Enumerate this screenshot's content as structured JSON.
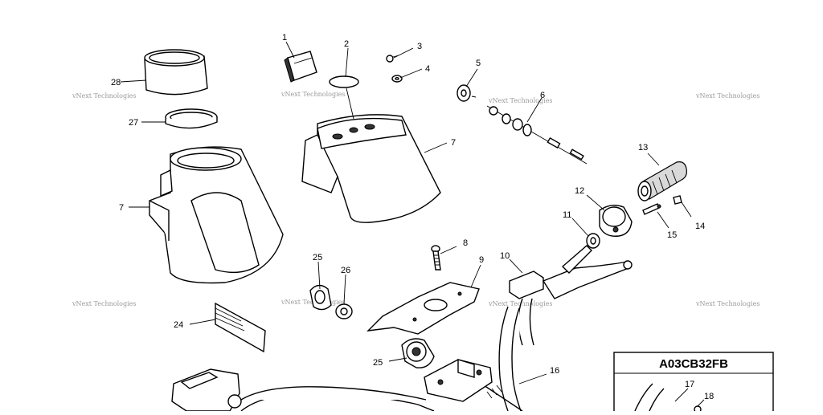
{
  "diagram": {
    "reference_code": "A03CB32FB",
    "watermark_text": "vNext Technologies",
    "callouts": [
      "1",
      "2",
      "3",
      "4",
      "5",
      "6",
      "7",
      "7",
      "8",
      "9",
      "10",
      "11",
      "12",
      "13",
      "14",
      "15",
      "16",
      "17",
      "18",
      "24",
      "25",
      "25",
      "26",
      "27",
      "28"
    ]
  }
}
